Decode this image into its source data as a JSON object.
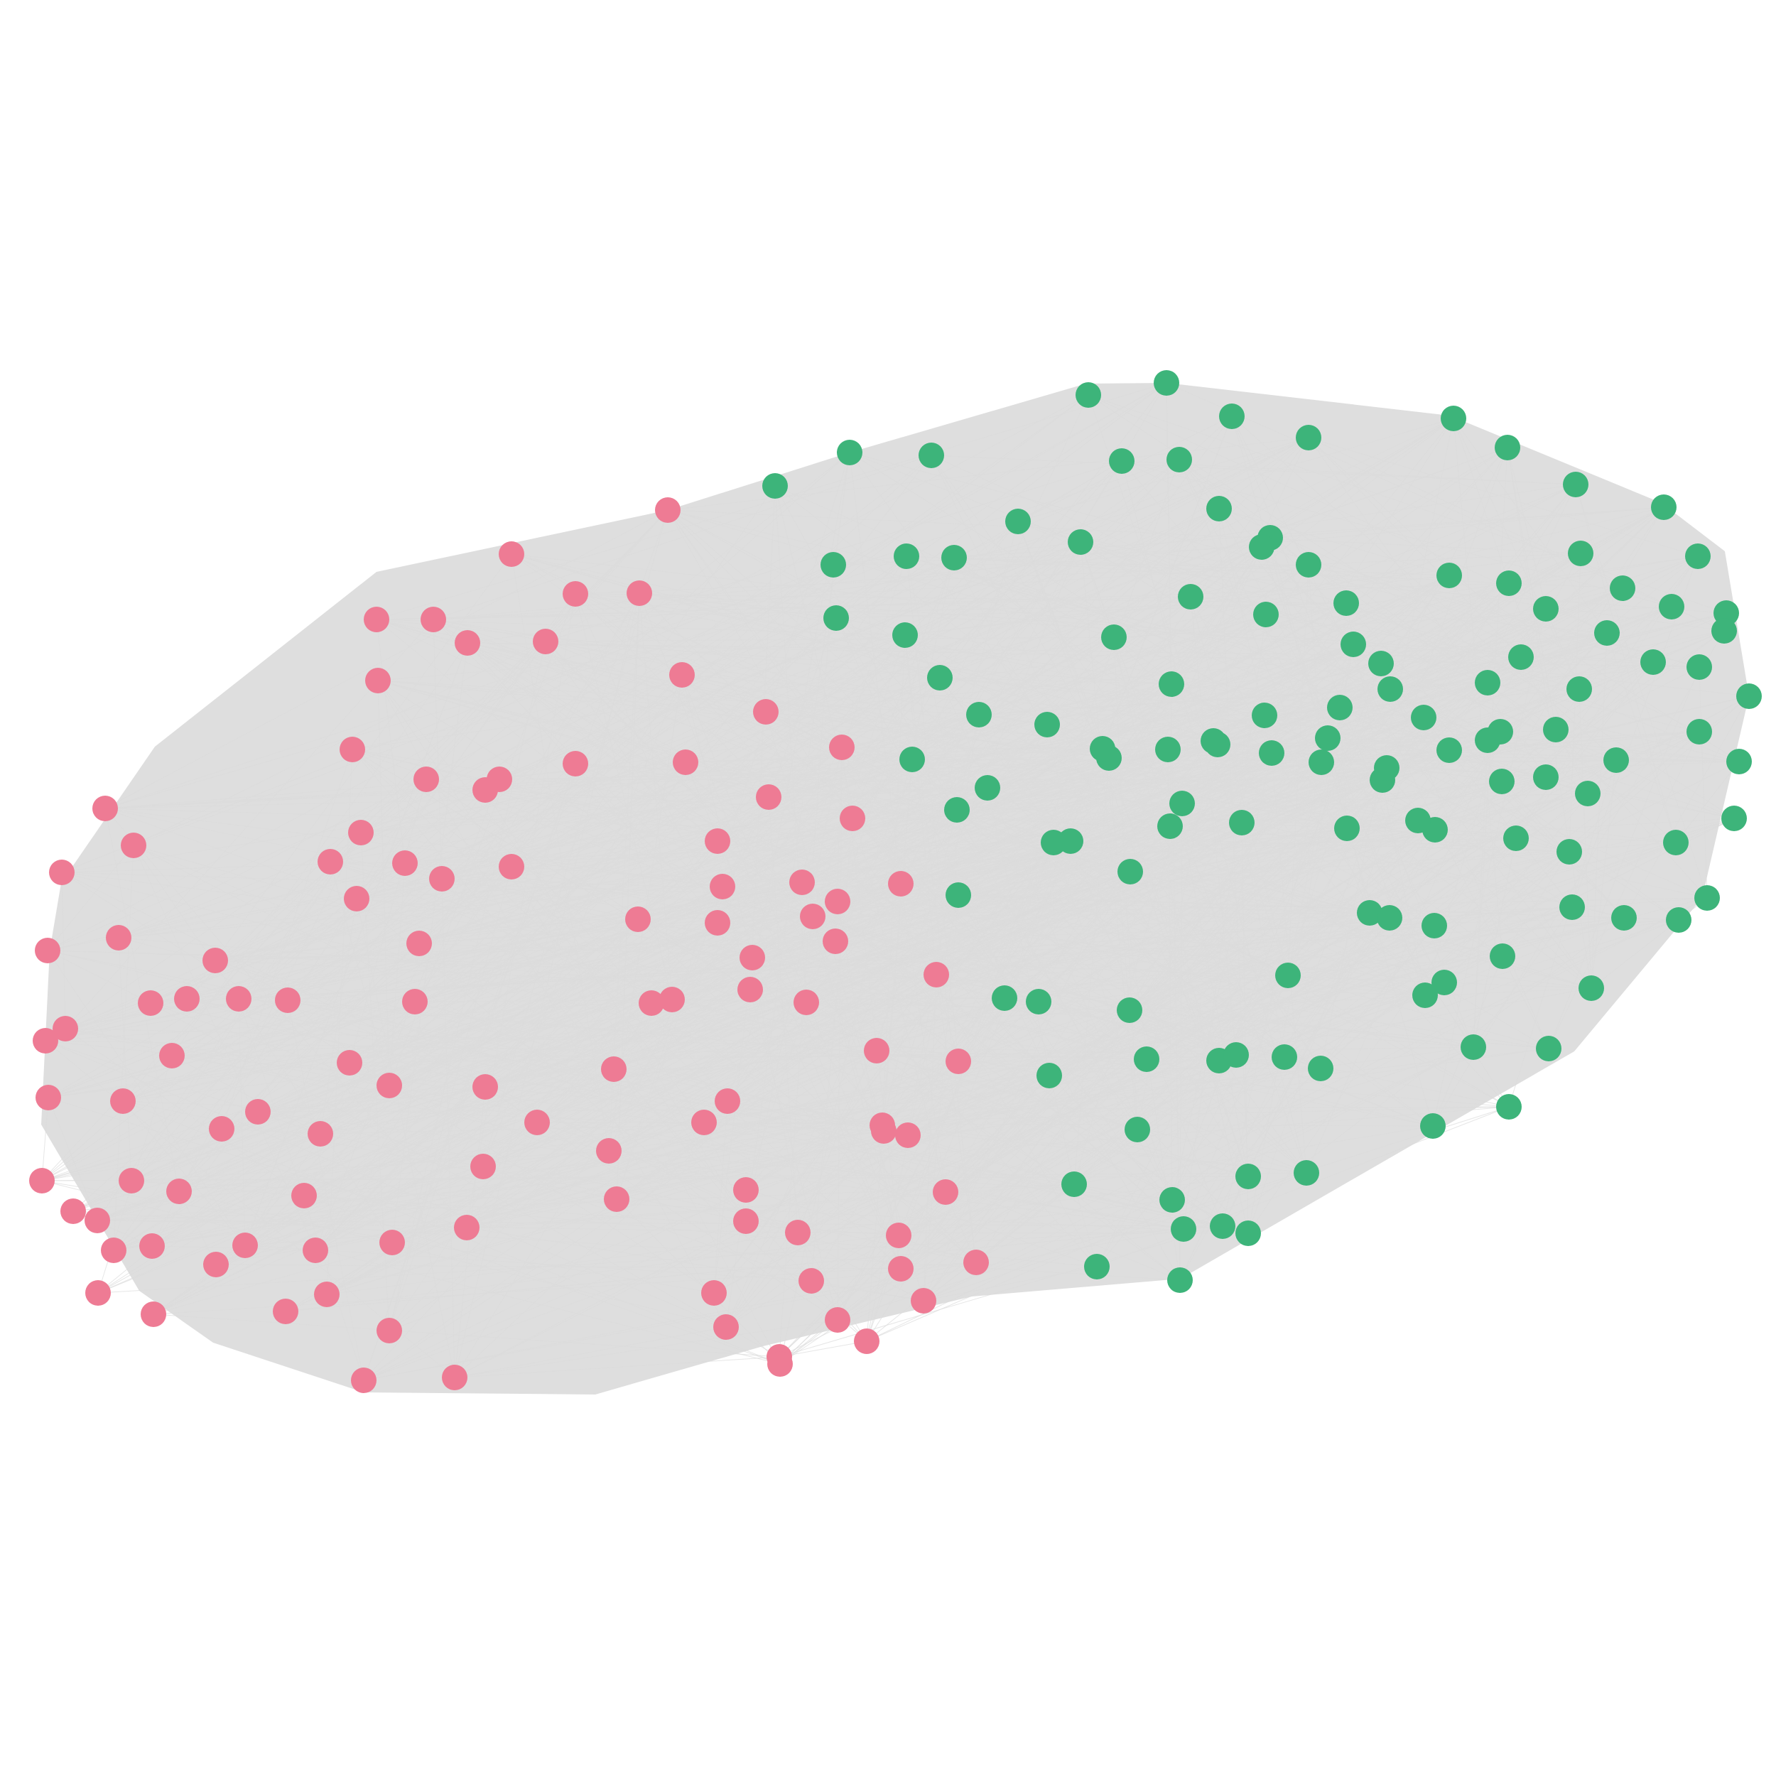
{
  "figure": {
    "type": "network-graph",
    "description_visible_text": "",
    "background_color": "#ffffff",
    "edge_color": "#dcdcdc",
    "groups": [
      {
        "id": "pink",
        "color": "#ee7b94"
      },
      {
        "id": "green",
        "color": "#3db47a"
      }
    ],
    "edge_density": "dense"
  }
}
